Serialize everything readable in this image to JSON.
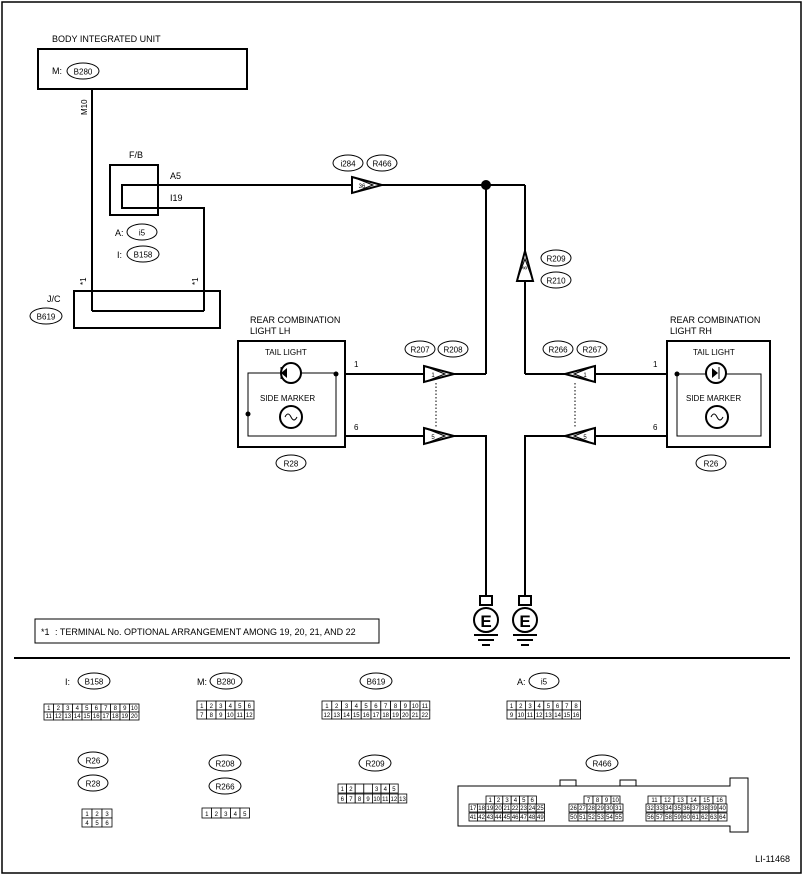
{
  "body_unit": {
    "title": "BODY INTEGRATED UNIT",
    "prefix": "M:",
    "connector": "B280"
  },
  "wire_label": "M10",
  "fuse_box": {
    "title": "F/B",
    "terminal_a": "A5",
    "terminal_i": "I19",
    "conn_a_prefix": "A:",
    "conn_a": "i5",
    "conn_i_prefix": "I:",
    "conn_i": "B158"
  },
  "joint": {
    "title": "J/C",
    "connector": "B619",
    "note_mark": "*1"
  },
  "junction_top": {
    "conn1": "i284",
    "conn2": "R466",
    "pin": "36"
  },
  "junction_right": {
    "conn1": "R209",
    "conn2": "R210",
    "pin": "8"
  },
  "lh": {
    "title_line1": "REAR COMBINATION",
    "title_line2": "LIGHT LH",
    "tail": "TAIL LIGHT",
    "side": "SIDE MARKER",
    "pin_a": "1",
    "pin_b": "6",
    "connector": "R28",
    "conn1": "R207",
    "conn2": "R208",
    "jpin_a": "1",
    "jpin_b": "5"
  },
  "rh": {
    "title_line1": "REAR COMBINATION",
    "title_line2": "LIGHT RH",
    "tail": "TAIL LIGHT",
    "side": "SIDE MARKER",
    "pin_a": "1",
    "pin_b": "6",
    "connector": "R26",
    "conn1": "R266",
    "conn2": "R267",
    "jpin_a": "1",
    "jpin_b": "5"
  },
  "ground_label": "E",
  "note": {
    "mark": "*1",
    "text": ":  TERMINAL No. OPTIONAL ARRANGEMENT AMONG 19, 20, 21, AND 22"
  },
  "connectors": {
    "b158": {
      "prefix": "I:",
      "name": "B158",
      "row1": [
        "1",
        "2",
        "3",
        "4",
        "5",
        "6",
        "7",
        "8",
        "9",
        "10"
      ],
      "row2": [
        "11",
        "12",
        "13",
        "14",
        "15",
        "16",
        "17",
        "18",
        "19",
        "20"
      ]
    },
    "b280": {
      "prefix": "M:",
      "name": "B280",
      "row1": [
        "1",
        "2",
        "3",
        "4",
        "5",
        "6"
      ],
      "row2": [
        "7",
        "8",
        "9",
        "10",
        "11",
        "12"
      ]
    },
    "b619": {
      "name": "B619",
      "row1": [
        "1",
        "2",
        "3",
        "4",
        "5",
        "6",
        "7",
        "8",
        "9",
        "10",
        "11"
      ],
      "row2": [
        "12",
        "13",
        "14",
        "15",
        "16",
        "17",
        "18",
        "19",
        "20",
        "21",
        "22"
      ]
    },
    "i5": {
      "prefix": "A:",
      "name": "i5",
      "row1": [
        "1",
        "2",
        "3",
        "4",
        "5",
        "6",
        "7",
        "8"
      ],
      "row2": [
        "9",
        "10",
        "11",
        "12",
        "13",
        "14",
        "15",
        "16"
      ]
    },
    "r26": {
      "name1": "R26",
      "name2": "R28",
      "row1": [
        "1",
        "2",
        "3"
      ],
      "row2": [
        "4",
        "5",
        "6"
      ]
    },
    "r208": {
      "name1": "R208",
      "name2": "R266",
      "row1": [
        "1",
        "2",
        "3",
        "4",
        "5"
      ]
    },
    "r209": {
      "name": "R209",
      "row1": [
        "1",
        "2",
        "",
        "",
        "3",
        "4",
        "5"
      ],
      "row2": [
        "6",
        "7",
        "8",
        "9",
        "10",
        "11",
        "12",
        "13"
      ]
    },
    "r466": {
      "name": "R466",
      "g1r1": [
        "1",
        "2",
        "3",
        "4",
        "5",
        "6"
      ],
      "g1r2": [
        "17",
        "18",
        "19",
        "20",
        "21",
        "22",
        "23",
        "24",
        "25"
      ],
      "g1r3": [
        "41",
        "42",
        "43",
        "44",
        "45",
        "46",
        "47",
        "48",
        "49"
      ],
      "g2r1": [
        "7",
        "8",
        "9",
        "10"
      ],
      "g2r2": [
        "26",
        "27",
        "28",
        "29",
        "30",
        "31"
      ],
      "g2r3": [
        "50",
        "51",
        "52",
        "53",
        "54",
        "55"
      ],
      "g3r1": [
        "11",
        "12",
        "13",
        "14",
        "15",
        "16"
      ],
      "g3r2": [
        "32",
        "33",
        "34",
        "35",
        "36",
        "37",
        "38",
        "39",
        "40"
      ],
      "g3r3": [
        "56",
        "57",
        "58",
        "59",
        "60",
        "61",
        "62",
        "63",
        "64"
      ]
    }
  },
  "figure_id": "LI-11468"
}
